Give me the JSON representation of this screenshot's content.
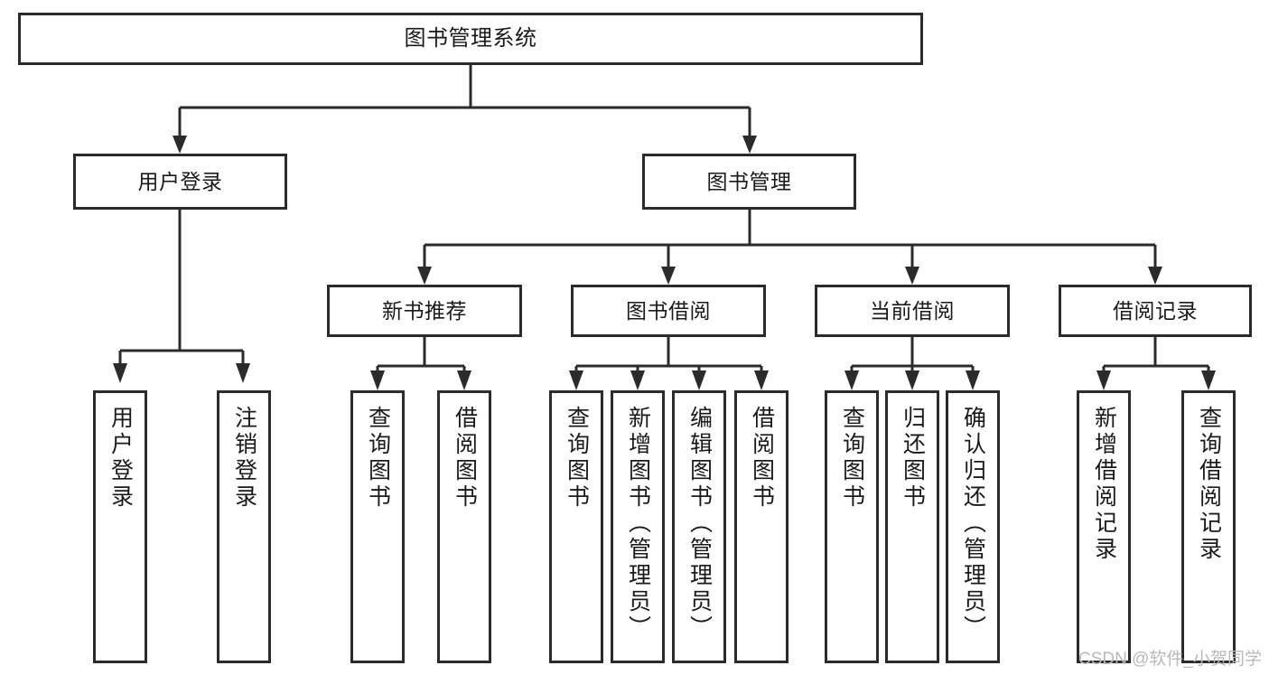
{
  "diagram": {
    "title": "图书管理系统",
    "type": "tree",
    "orientation": "top-down",
    "colors": {
      "stroke": "#2b2b2b",
      "fill": "#ffffff",
      "text": "#1a1a1a",
      "watermark": "#b9b9b9"
    },
    "levels": {
      "root": {
        "label": "图书管理系统"
      },
      "level2": [
        {
          "label": "用户登录"
        },
        {
          "label": "图书管理"
        }
      ],
      "level3": [
        {
          "label": "新书推荐"
        },
        {
          "label": "图书借阅"
        },
        {
          "label": "当前借阅"
        },
        {
          "label": "借阅记录"
        }
      ],
      "leaves": {
        "user_login": [
          {
            "label": "用户登录"
          },
          {
            "label": "注销登录"
          }
        ],
        "new_book_recommend": [
          {
            "label": "查询图书"
          },
          {
            "label": "借阅图书"
          }
        ],
        "book_borrow": [
          {
            "label": "查询图书"
          },
          {
            "label": "新增图书（管理员）"
          },
          {
            "label": "编辑图书（管理员）"
          },
          {
            "label": "借阅图书"
          }
        ],
        "current_borrow": [
          {
            "label": "查询图书"
          },
          {
            "label": "归还图书"
          },
          {
            "label": "确认归还（管理员）"
          }
        ],
        "borrow_records": [
          {
            "label": "新增借阅记录"
          },
          {
            "label": "查询借阅记录"
          }
        ]
      }
    }
  },
  "watermark": {
    "text": "CSDN @软件_小贺同学"
  }
}
